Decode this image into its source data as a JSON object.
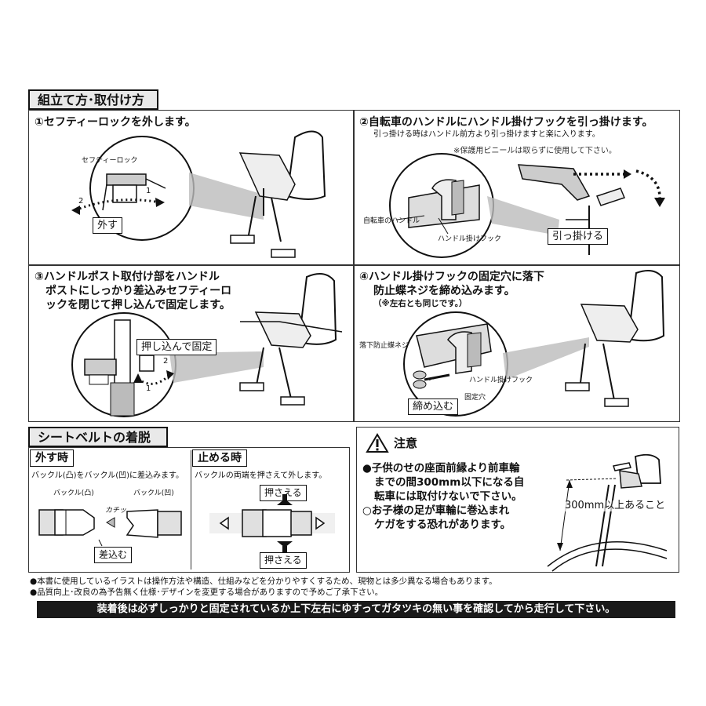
{
  "section_assembly": "組立て方･取付け方",
  "step1": {
    "title": "①セフティーロックを外します。",
    "label_lock": "セフティーロック",
    "label_remove": "外す",
    "n1": "1",
    "n2": "2"
  },
  "step2": {
    "title": "②自転車のハンドルにハンドル掛けフックを引っ掛けます。",
    "subtitle": "引っ掛ける時はハンドル前方より引っ掛けますと楽に入ります。",
    "vinyl_note": "※保護用ビニールは取らずに使用して下さい。",
    "label_handle": "自転車のハンドル",
    "label_hook": "ハンドル掛けフック",
    "label_action": "引っ掛ける"
  },
  "step3": {
    "line1": "③ハンドルポスト取付け部をハンドル",
    "line2": "ポストにしっかり差込みセフティーロ",
    "line3": "ックを閉じて押し込んで固定します。",
    "label_action": "押し込んで固定",
    "n1": "1",
    "n2": "2"
  },
  "step4": {
    "line1": "④ハンドル掛けフックの固定穴に落下",
    "line2": "防止蝶ネジを締め込みます。",
    "line3": "（※左右とも同じです。）",
    "label_screw": "落下防止蝶ネジ",
    "label_hook": "ハンドル掛けフック",
    "label_hole": "固定穴",
    "label_action": "締め込む"
  },
  "section_belt": "シートベルトの着脱",
  "belt_remove": {
    "title": "外す時",
    "desc": "バックル(凸)をバックル(凹)に差込みます。",
    "label_male": "バックル(凸)",
    "label_female": "バックル(凹)",
    "label_click": "カチッ",
    "label_action": "差込む"
  },
  "belt_fasten": {
    "title": "止める時",
    "desc": "バックルの両端を押さえて外します。",
    "label_press_top": "押さえる",
    "label_press_bottom": "押さえる"
  },
  "caution": {
    "title": "注意",
    "l1": "●子供のせの座面前縁より前車輪",
    "l2": "までの間300mm以下になる自",
    "l3": "転車には取付けないで下さい。",
    "l4": "○お子様の足が車輪に巻込まれ",
    "l5": "ケガをする恐れがあります。",
    "dim_label": "300mm以上あること"
  },
  "footnotes": {
    "f1": "●本書に使用しているイラストは操作方法や構造、仕組みなどを分かりやすくするため、現物とは多少異なる場合もあります。",
    "f2": "●品質向上･改良の為予告無く仕様･デザインを変更する場合がありますので予めご了承下さい。"
  },
  "banner": "装着後は必ずしっかりと固定されているか上下左右にゆすってガタツキの無い事を確認してから走行して下さい。"
}
